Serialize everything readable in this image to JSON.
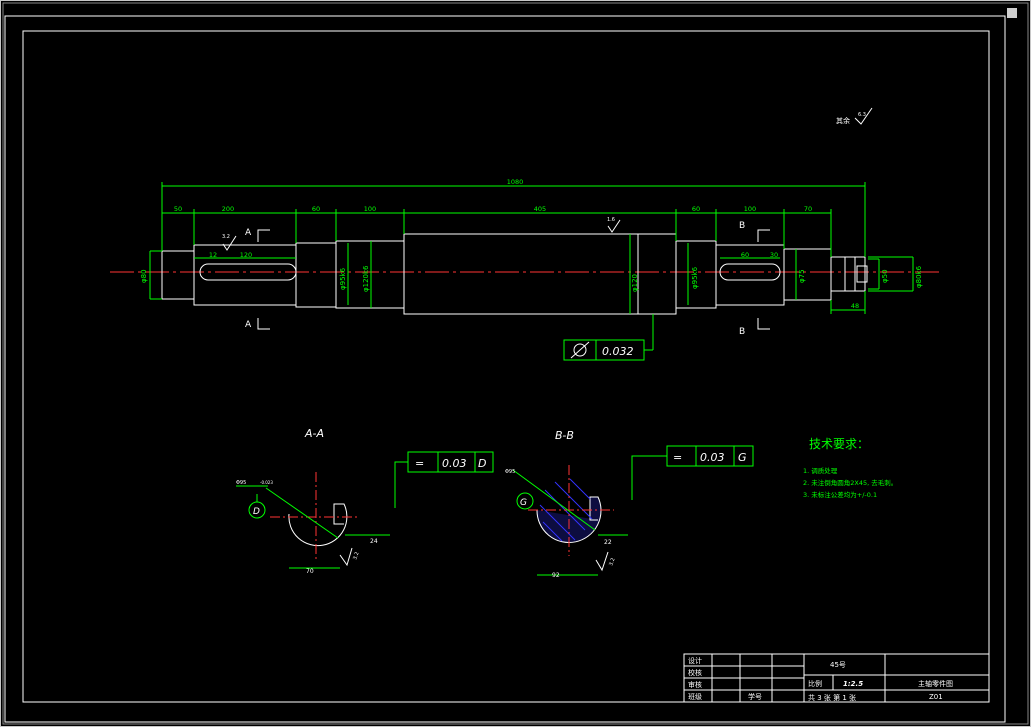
{
  "colors": {
    "background": "#000000",
    "outline": "#ffffff",
    "dimension": "#00ff00",
    "centerline": "#ff0000",
    "hatch": "#3333ff",
    "frame_light": "#bbbbbb"
  },
  "roughness": {
    "label": "其余",
    "value": "6.3"
  },
  "main_view": {
    "overall_length": "1080",
    "seg_dims": [
      "50",
      "200",
      "60",
      "100",
      "405",
      "60",
      "100",
      "70"
    ],
    "keyway_left": {
      "offset": "12",
      "length": "120"
    },
    "keyway_right": {
      "offset": "60",
      "length": "30"
    },
    "end_length": "48",
    "diameters": [
      "φ80",
      "φ95k6",
      "φ120k6",
      "φ120",
      "φ95k6",
      "φ75",
      "φ50",
      "φ80k6"
    ],
    "section_letters": {
      "a_top": "A",
      "a_bottom": "A",
      "b_top": "B",
      "b_bottom": "B"
    },
    "roughness_marks": [
      "3.2",
      "1.6"
    ],
    "tolerance": {
      "value": "0.032"
    }
  },
  "section_aa": {
    "title": "A-A",
    "label_circle": "D",
    "tolerance": {
      "symbol": "=",
      "value": "0.03",
      "datum": "D"
    },
    "dims": {
      "diameter": "Φ95",
      "tol_diam": "-0.023",
      "key_depth": "24",
      "width": "70",
      "rough": "3.2"
    }
  },
  "section_bb": {
    "title": "B-B",
    "label_circle": "G",
    "tolerance": {
      "symbol": "=",
      "value": "0.03",
      "datum": "G"
    },
    "dims": {
      "diameter": "Φ95",
      "key_depth": "22",
      "width": "92",
      "rough": "3.2"
    }
  },
  "tech_requirements": {
    "title": "技术要求：",
    "items": [
      "1. 调质处理",
      "2. 未注倒角圆角2X45, 去毛刺。",
      "3. 未标注公差均为+/-0.1"
    ]
  },
  "title_block": {
    "roles": [
      "设计",
      "校核",
      "审核",
      "班级"
    ],
    "student_id_label": "学号",
    "material": "45号",
    "scale_label": "比例",
    "scale_value": "1:2.5",
    "drawing_name": "主轴零件图",
    "sheet_info": "共 3 张 第 1 张",
    "drawing_no": "Z01"
  }
}
